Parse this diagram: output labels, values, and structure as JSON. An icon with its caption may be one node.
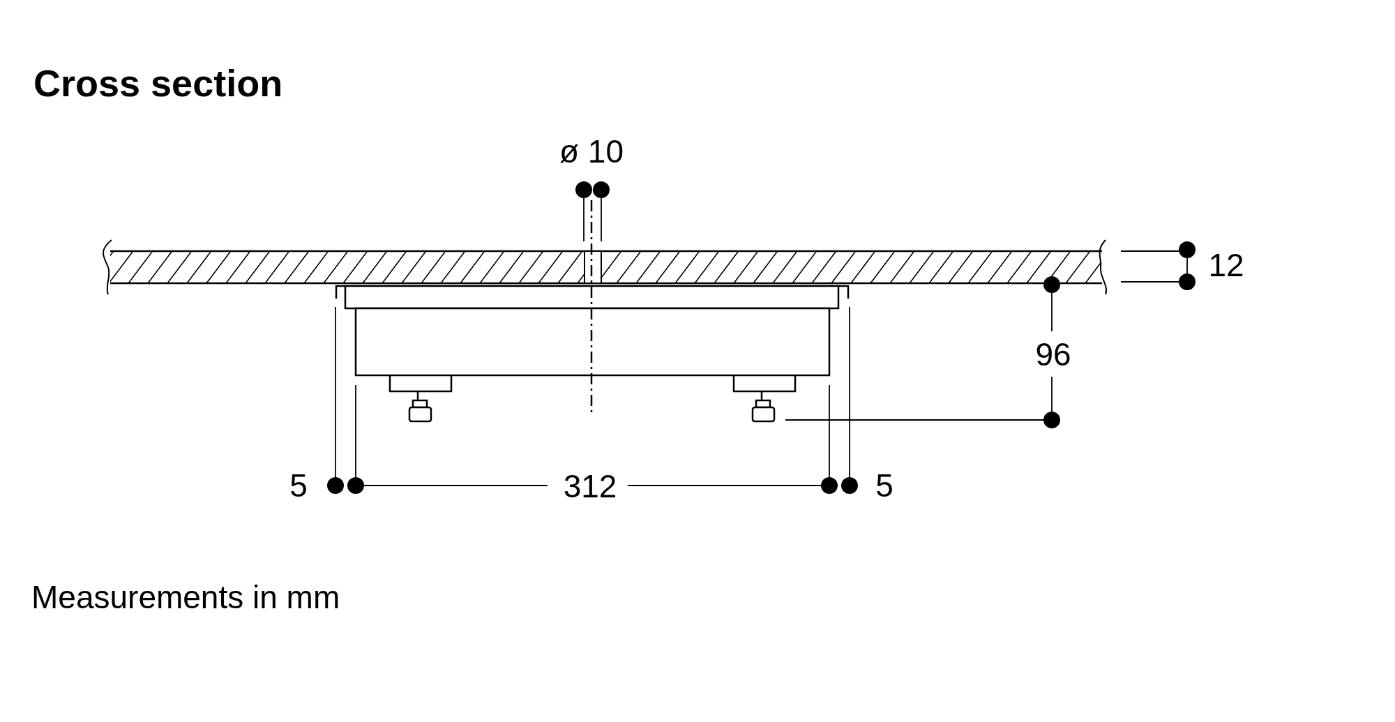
{
  "diagram": {
    "title": "Cross section",
    "caption": "Measurements in mm",
    "labels": [
      "ø 10",
      "12",
      "96",
      "5",
      "312",
      "5"
    ]
  }
}
